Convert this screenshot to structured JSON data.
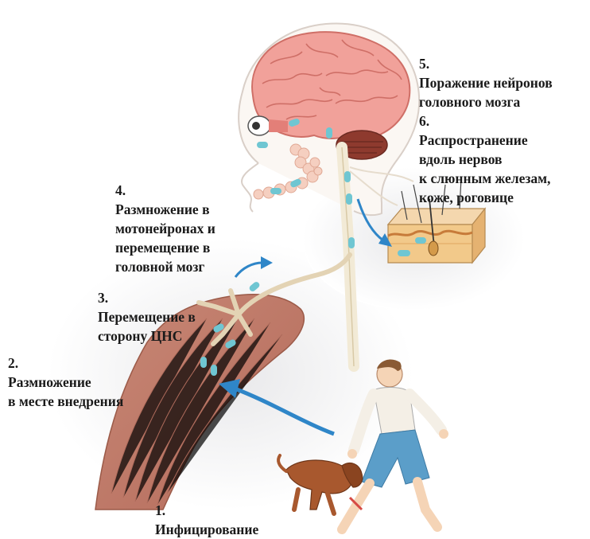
{
  "steps": [
    {
      "number": "1.",
      "text": "Инфицирование"
    },
    {
      "number": "2.",
      "text": "Размножение\nв месте внедрения"
    },
    {
      "number": "3.",
      "text": "Перемещение в\nсторону ЦНС"
    },
    {
      "number": "4.",
      "text": "Размножение в\nмотонейронах и\nперемещение в\nголовной мозг"
    },
    {
      "number": "5.",
      "text": "Поражение нейронов\nголовного мозга"
    },
    {
      "number": "6.",
      "text": "Распространение\nвдоль нервов\nк слюнным железам,\nкоже, роговице"
    }
  ],
  "colors": {
    "virus": "#6fc6d2",
    "arrow": "#2f86c8",
    "brain": "#f1a19a",
    "muscle": "#c97a6a",
    "skin": "#f2c98a",
    "dog": "#a8582e",
    "shorts": "#5b9ec9",
    "text": "#1a1a1a"
  }
}
